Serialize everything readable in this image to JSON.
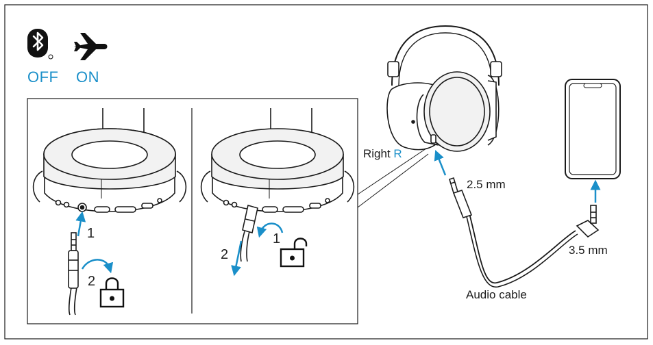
{
  "status": {
    "bluetooth": {
      "icon": "bluetooth-icon",
      "state": "OFF"
    },
    "airplane": {
      "icon": "airplane-icon",
      "state": "ON"
    }
  },
  "panels": {
    "connect": {
      "step1": "1",
      "step2": "2",
      "lock_icon": "lock-closed-icon"
    },
    "disconnect": {
      "step1": "1",
      "step2": "2",
      "lock_icon": "lock-open-icon"
    }
  },
  "headphone": {
    "side_label": "Right",
    "side_letter": "R"
  },
  "cable": {
    "plug_2_5": "2.5 mm",
    "plug_3_5": "3.5 mm",
    "label": "Audio cable"
  },
  "colors": {
    "accent": "#1a8fc9",
    "line": "#1a1a1a",
    "cushion": "#f2f2f2"
  }
}
